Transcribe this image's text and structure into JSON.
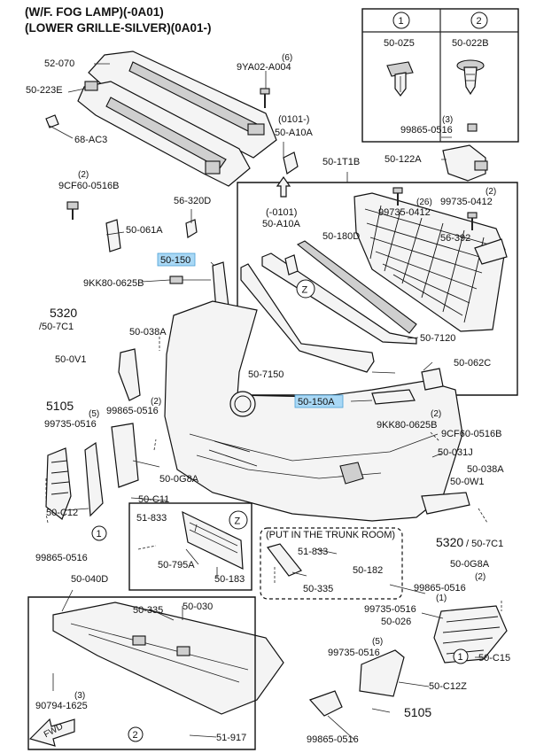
{
  "title": {
    "line1": "(W/F. FOG LAMP)(-0A01)",
    "line2": "(LOWER GRILLE-SILVER)(0A01-)"
  },
  "legend": {
    "c1": "1",
    "c2": "2",
    "p1": "50-0Z5",
    "p2": "50-022B"
  },
  "labels": {
    "l_52070": "52-070",
    "l_9ya02": "9YA02-A004",
    "l_6": "(6)",
    "l_50223e": "50-223E",
    "l_68ac3": "68-AC3",
    "l_0101": "(0101-)",
    "l_50a10a": "50-A10A",
    "l_3a": "(3)",
    "l_99865a": "99865-0516",
    "l_50122a": "50-122A",
    "l_501t1b": "50-1T1B",
    "l_2a": "(2)",
    "l_9cf60a": "9CF60-0516B",
    "l_56320d": "56-320D",
    "l_50061a": "50-061A",
    "l_0101b": "(-0101)",
    "l_50a10a2": "50-A10A",
    "l_50180d": "50-180D",
    "l_26": "(26)",
    "l_99735a": "99735-0412",
    "l_99735b": "99735-0412",
    "l_2b": "(2)",
    "l_56392": "56-392",
    "l_50150": "50-150",
    "l_9kk80a": "9KK80-0625B",
    "l_z1": "Z",
    "l_507120": "50-7120",
    "l_5320a": "5320",
    "l_507c1a": "/50-7C1",
    "l_50038a": "50-038A",
    "l_500v1": "50-0V1",
    "l_507150": "50-7150",
    "l_50062c": "50-062C",
    "l_50150a": "50-150A",
    "l_5105a": "5105",
    "l_5a": "(5)",
    "l_99735c": "99735-0516",
    "l_2c": "(2)",
    "l_99865b": "99865-0516",
    "l_2d": "(2)",
    "l_9kk80b": "9KK80-0625B",
    "l_9cf60b": "9CF60-0516B",
    "l_50031j": "50-031J",
    "l_500g8a": "50-0G8A",
    "l_50038a2": "50-038A",
    "l_500w1": "50-0W1",
    "l_50c11": "50-C11",
    "l_50c12": "50-C12",
    "l_c1a": "1",
    "l_99865c": "99865-0516",
    "l_51833a": "51-833",
    "l_z2": "Z",
    "l_trunk": "(PUT IN THE TRUNK ROOM)",
    "l_51833b": "51-833",
    "l_50795a": "50-795A",
    "l_50183": "50-183",
    "l_50182": "50-182",
    "l_50335a": "50-335",
    "l_5320b": "5320",
    "l_507c1b": "/ 50-7C1",
    "l_500g8a2": "50-0G8A",
    "l_50040d": "50-040D",
    "l_50335b": "50-335",
    "l_50030": "50-030",
    "l_2e": "(2)",
    "l_99865d": "99865-0516",
    "l_1a": "(1)",
    "l_99735d": "99735-0516",
    "l_50026": "50-026",
    "l_5b": "(5)",
    "l_99735e": "99735-0516",
    "l_c1b": "1",
    "l_50c15": "50-C15",
    "l_3b": "(3)",
    "l_90794": "90794-1625",
    "l_50c12z": "50-C12Z",
    "l_c2a": "2",
    "l_5105b": "5105",
    "l_51917": "51-917",
    "l_99865e": "99865-0516",
    "l_fwd": "FWD"
  },
  "colors": {
    "highlight": "#a9d8f5",
    "ink": "#111111"
  }
}
